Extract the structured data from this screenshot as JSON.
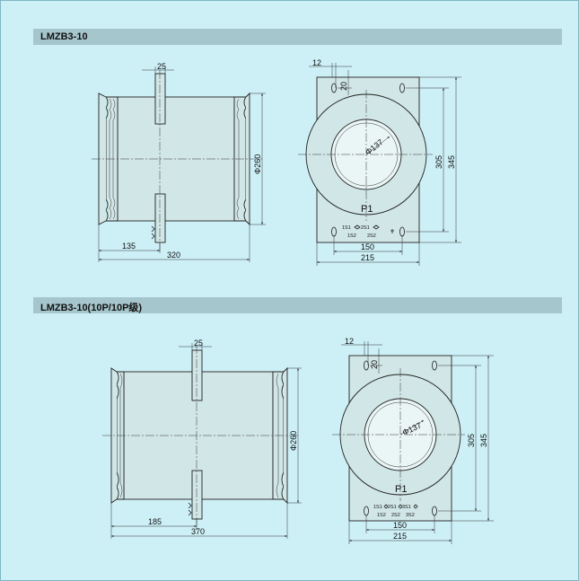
{
  "sections": [
    {
      "title": "LMZB3-10",
      "side": {
        "d_width": "25",
        "d_diameter": "Φ260",
        "d_offset": "135",
        "d_length": "320"
      },
      "front": {
        "d_12": "12",
        "d_20": "20",
        "d_bore": "Φ137",
        "d_305": "305",
        "d_345": "345",
        "d_150": "150",
        "d_215": "215",
        "label_p1": "P1",
        "terminals": [
          "1S1",
          "2S1",
          "1S2",
          "2S2"
        ]
      }
    },
    {
      "title": "LMZB3-10(10P/10P级)",
      "side": {
        "d_width": "25",
        "d_diameter": "Φ260",
        "d_offset": "185",
        "d_length": "370"
      },
      "front": {
        "d_12": "12",
        "d_20": "20",
        "d_bore": "Φ137",
        "d_305": "305",
        "d_345": "345",
        "d_150": "150",
        "d_215": "215",
        "label_p1": "P1",
        "terminals": [
          "1S1",
          "2S1",
          "3S1",
          "1S2",
          "2S2",
          "3S2"
        ]
      }
    }
  ]
}
